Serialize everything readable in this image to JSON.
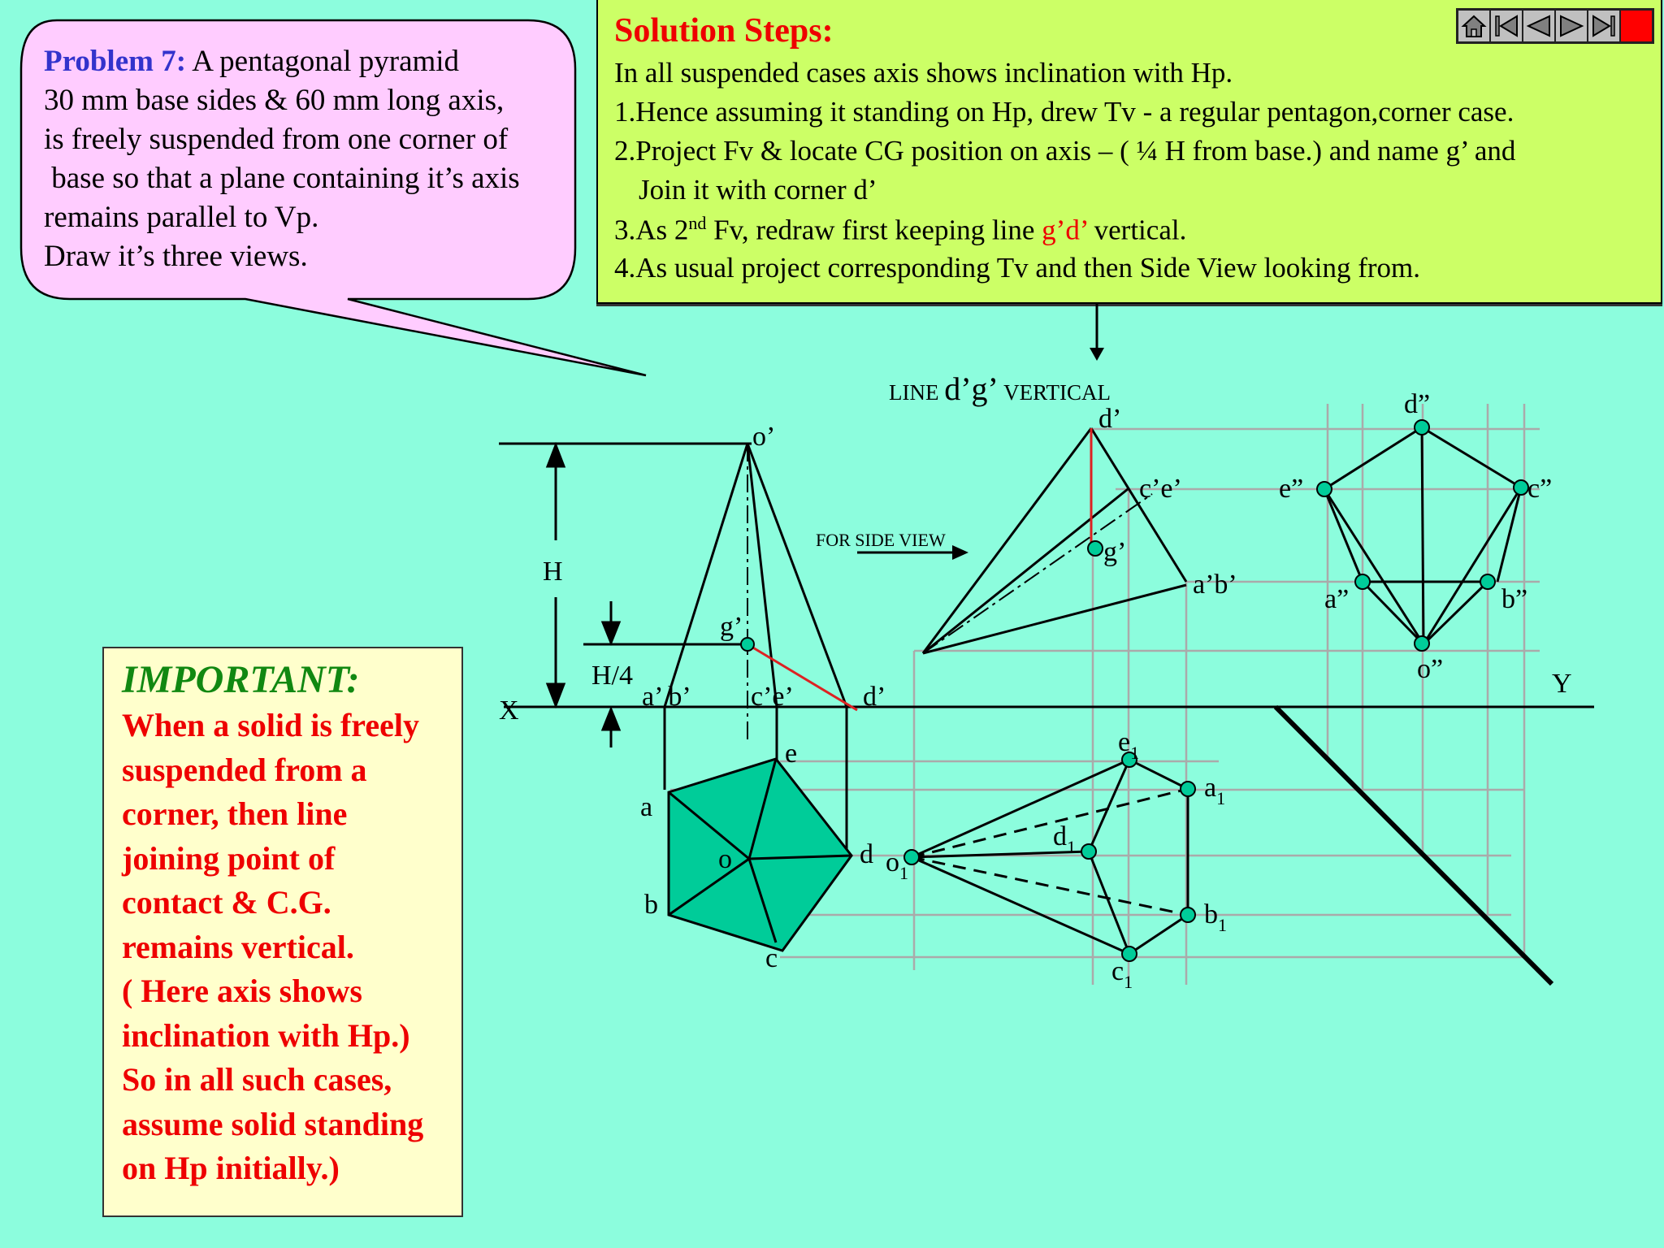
{
  "problem": {
    "heading": "Problem 7:",
    "lines": [
      " A pentagonal pyramid",
      "30 mm base sides & 60 mm long axis,",
      "is freely suspended from one corner of",
      " base so that a plane containing it’s axis",
      "remains parallel to Vp.",
      "Draw it’s three views."
    ]
  },
  "solution": {
    "title": "Solution Steps:",
    "line0": "In all suspended cases axis shows inclination with Hp.",
    "line1": "1.Hence assuming it standing on Hp, drew Tv - a regular pentagon,corner case.",
    "line2": "2.Project Fv & locate CG position on axis – ( ¼ H from base.) and name g’ and",
    "line2b": "Join it with corner d’",
    "line3_pre": "3.As 2",
    "line3_sup": "nd",
    "line3_mid": " Fv, redraw first keeping line ",
    "line3_red": "g’d’",
    "line3_post": " vertical.",
    "line4": "4.As usual project corresponding Tv and then Side View looking from."
  },
  "nav": {
    "buttons": [
      "home-icon",
      "first-slide-icon",
      "previous-slide-icon",
      "next-slide-icon",
      "last-slide-icon",
      "end-show-icon"
    ]
  },
  "important": {
    "title": "IMPORTANT:",
    "lines": [
      "When a solid is freely",
      "suspended from a",
      "corner, then line",
      "joining point of",
      "contact & C.G.",
      "remains vertical.",
      "( Here axis shows",
      "inclination with Hp.)",
      "So in all such cases,",
      "assume solid standing",
      "on Hp initially.)"
    ]
  },
  "drawing": {
    "axis_x": "X",
    "axis_y": "Y",
    "dim_H": "H",
    "dim_H4": "H/4",
    "caption_line_vertical": {
      "pre": "LINE ",
      "mid": "d’g’",
      "post": " VERTICAL"
    },
    "caption_side_view": "FOR SIDE VIEW",
    "fv1": {
      "apex": "o’",
      "cg": "g’",
      "ab": "a’ b’",
      "ce": "c’e’",
      "d": "d’"
    },
    "tv1": {
      "a": "a",
      "b": "b",
      "c": "c",
      "d": "d",
      "e": "e",
      "o": "o"
    },
    "fv2": {
      "d": "d’",
      "ce": "c’e’",
      "g": "g’",
      "ab": "a’b’"
    },
    "tv2": {
      "o": "o",
      "a": "a",
      "b": "b",
      "c": "c",
      "d": "d",
      "e": "e",
      "sub": "1"
    },
    "sv": {
      "d": "d”",
      "e": "e”",
      "c": "c”",
      "a": "a”",
      "b": "b”",
      "o": "o”"
    },
    "colors": {
      "background": "#8cfddd",
      "fill": "#00cc99",
      "red_line": "#dd2222",
      "construction": "#aaaaaa"
    }
  }
}
